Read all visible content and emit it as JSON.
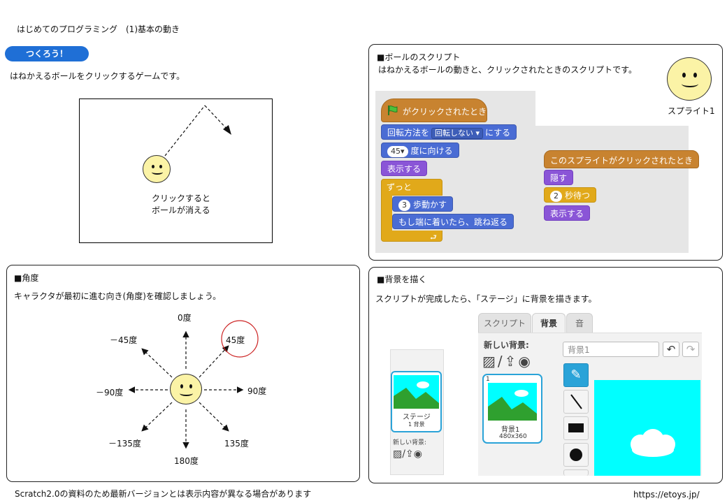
{
  "header": {
    "title": "はじめてのプログラミング　(1)基本の動き"
  },
  "make": {
    "badge": "つくろう！",
    "description": "はねかえるボールをクリックするゲームです。",
    "caption_line1": "クリックすると",
    "caption_line2": "ボールが消える"
  },
  "script_panel": {
    "heading": "■ボールのスクリプト",
    "description": "はねかえるボールの動きと、クリックされたときのスクリプトです。",
    "sprite_label": "スプライト1",
    "blocks1": {
      "flag_clicked": "がクリックされたとき",
      "rotation_pre": "回転方法を",
      "rotation_option": "回転しない",
      "rotation_post": "にする",
      "angle_value": "45▾",
      "angle_post": "度に向ける",
      "show": "表示する",
      "forever": "ずっと",
      "steps_value": "3",
      "steps_post": "歩動かす",
      "bounce": "もし端に着いたら、跳ね返る"
    },
    "blocks2": {
      "sprite_clicked": "このスプライトがクリックされたとき",
      "hide": "隠す",
      "wait_value": "2",
      "wait_post": "秒待つ",
      "show": "表示する"
    }
  },
  "angle_panel": {
    "heading": "■角度",
    "description": "キャラクタが最初に進む向き(角度)を確認しましょう。",
    "labels": {
      "deg0": "0度",
      "deg45": "45度",
      "deg90": "90度",
      "deg135": "135度",
      "deg180": "180度",
      "degm45": "－45度",
      "degm90": "－90度",
      "degm135": "－135度"
    }
  },
  "backdrop_panel": {
    "heading": "■背景を描く",
    "description": "スクリプトが完成したら、「ステージ」に背景を描きます。",
    "stage_label": "ステージ",
    "stage_sub": "1 背景",
    "new_backdrop_small": "新しい背景:",
    "tabs": [
      "スクリプト",
      "背景",
      "音"
    ],
    "new_backdrop": "新しい背景:",
    "thumb_index": "1",
    "thumb_name": "背景1",
    "thumb_size": "480x360",
    "name_field": "背景1"
  },
  "footer": {
    "note": "Scratch2.0の資料のため最新バージョンとは表示内容が異なる場合があります",
    "url": "https://etoys.jp/"
  },
  "colors": {
    "accent": "#1f6fd6",
    "stage_bg": "#00ffff",
    "highlight_circle": "#cc2222"
  }
}
